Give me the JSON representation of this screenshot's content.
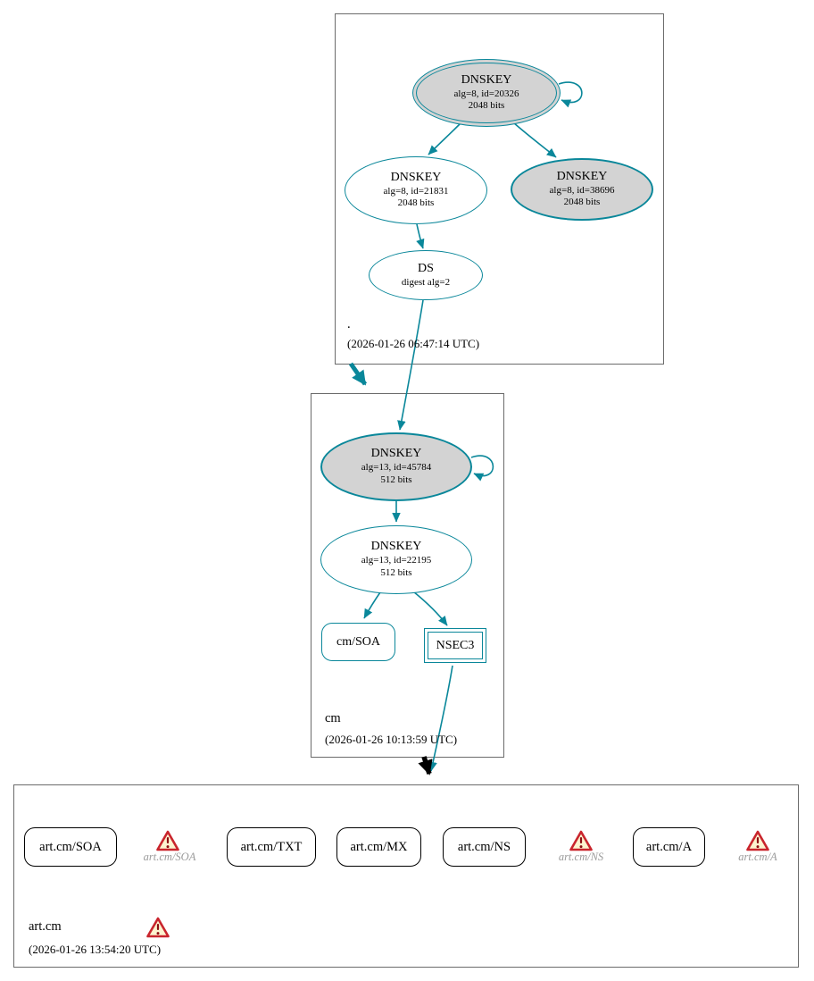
{
  "zones": {
    "root": {
      "name": ".",
      "timestamp": "(2026-01-26 06:47:14 UTC)",
      "ksk": {
        "type": "DNSKEY",
        "detail": "alg=8, id=20326",
        "bits": "2048 bits"
      },
      "zsk": {
        "type": "DNSKEY",
        "detail": "alg=8, id=21831",
        "bits": "2048 bits"
      },
      "ksk2": {
        "type": "DNSKEY",
        "detail": "alg=8, id=38696",
        "bits": "2048 bits"
      },
      "ds": {
        "type": "DS",
        "detail": "digest alg=2"
      }
    },
    "cm": {
      "name": "cm",
      "timestamp": "(2026-01-26 10:13:59 UTC)",
      "ksk": {
        "type": "DNSKEY",
        "detail": "alg=13, id=45784",
        "bits": "512 bits"
      },
      "zsk": {
        "type": "DNSKEY",
        "detail": "alg=13, id=22195",
        "bits": "512 bits"
      },
      "soa": {
        "label": "cm/SOA"
      },
      "nsec3": {
        "label": "NSEC3"
      }
    },
    "artcm": {
      "name": "art.cm",
      "timestamp": "(2026-01-26 13:54:20 UTC)",
      "rrsets": [
        {
          "label": "art.cm/SOA"
        },
        {
          "label": "art.cm/TXT"
        },
        {
          "label": "art.cm/MX"
        },
        {
          "label": "art.cm/NS"
        },
        {
          "label": "art.cm/A"
        }
      ],
      "warnings": [
        {
          "label": "art.cm/SOA"
        },
        {
          "label": "art.cm/NS"
        },
        {
          "label": "art.cm/A"
        }
      ]
    }
  },
  "colors": {
    "secure_teal": "#0a879a",
    "insecure_black": "#000000",
    "key_fill_gray": "#d3d3d3",
    "warning_border_red": "#c9252d",
    "warning_fill": "#fdf3cf",
    "warning_caption_gray": "#9b9b9b"
  }
}
